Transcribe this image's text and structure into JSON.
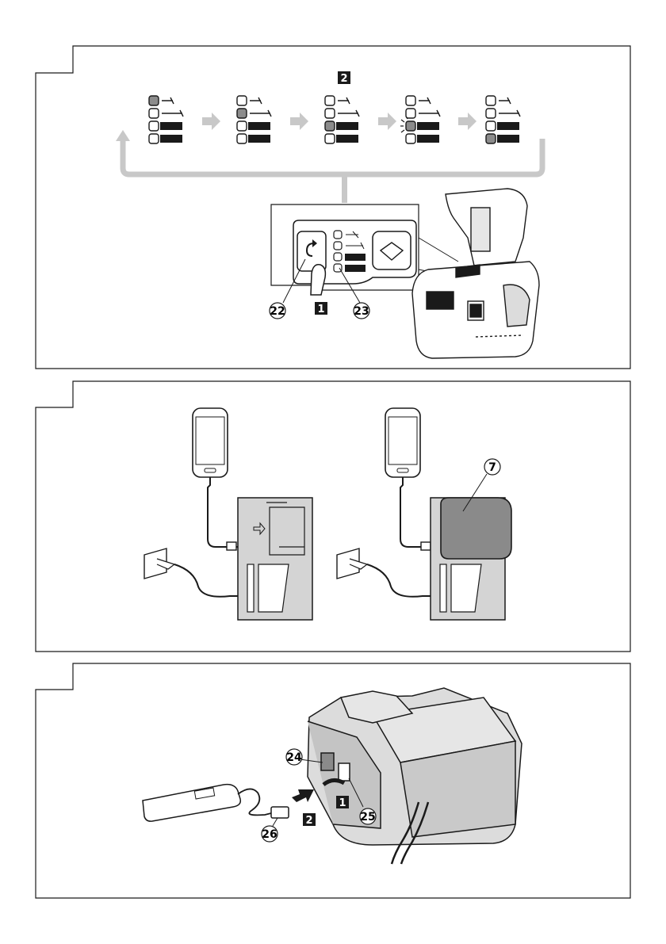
{
  "panel1": {
    "step_top": "2",
    "step_bottom": "1",
    "callouts": [
      "22",
      "23"
    ],
    "led_states": [
      {
        "lit": 0,
        "flashing": false
      },
      {
        "lit": 1,
        "flashing": false
      },
      {
        "lit": 2,
        "flashing": false
      },
      {
        "lit": 2,
        "flashing": true
      },
      {
        "lit": 3,
        "flashing": false
      }
    ]
  },
  "panel2": {
    "callout": "7"
  },
  "panel3": {
    "callouts": [
      "24",
      "25",
      "26"
    ],
    "step_1": "1",
    "step_2": "2"
  },
  "colors": {
    "outline": "#1a1a1a",
    "loop_gray": "#c8c8c8",
    "charger_gray": "#d4d4d4",
    "battery_gray": "#8a8a8a",
    "led_on": "#8c8c8c"
  }
}
